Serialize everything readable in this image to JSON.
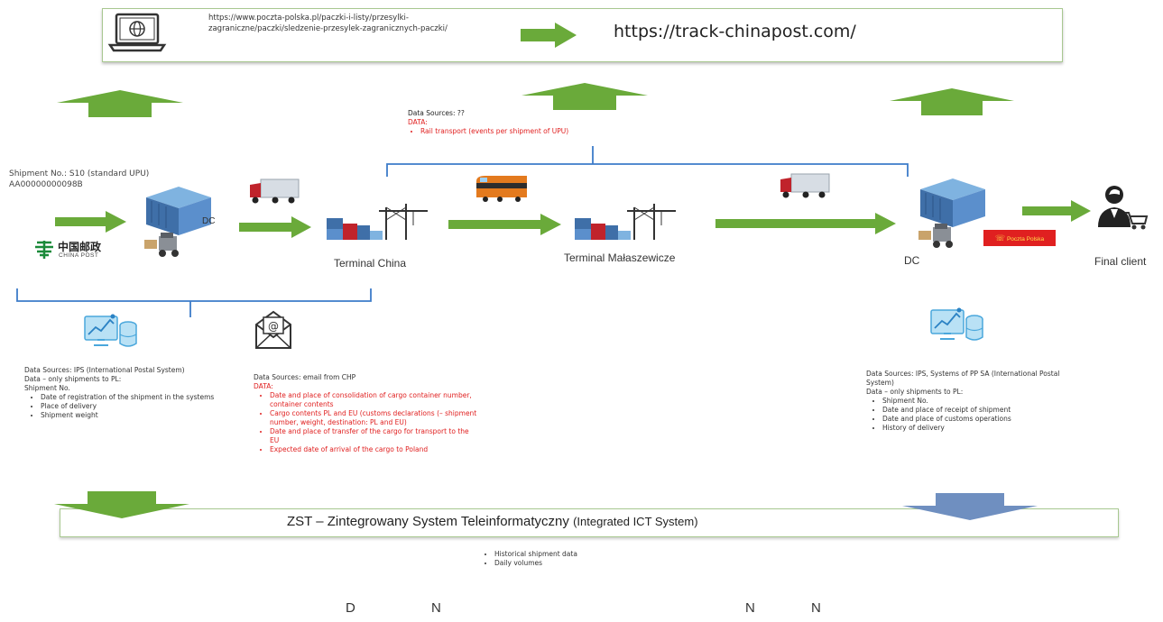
{
  "top_bar": {
    "poczta_url": "https://www.poczta-polska.pl/paczki-i-listy/przesylki-zagraniczne/paczki/sledzenie-przesylek-zagranicznych-paczki/",
    "track_url": "https://track-chinapost.com/",
    "icon": "laptop-globe-icon"
  },
  "shipment": {
    "number_line": "Shipment No.: S10 (standard UPU)",
    "code": "AA00000000098B"
  },
  "nodes": {
    "china_post_cn": "中国邮政",
    "china_post_en": "CHINA POST",
    "dc_left_badge": "DC",
    "terminal_china": "Terminal China",
    "terminal_malaszewicze": "Terminal Małaszewicze",
    "dc_right": "DC",
    "poczta_polska_badge": "Poczta Polska",
    "final_client": "Final client"
  },
  "rail_sources": {
    "title": "Data Sources: ??",
    "data_label": "DATA:",
    "items": [
      "Rail transport (events per shipment of UPU)"
    ]
  },
  "left_sources": {
    "title": "Data Sources: IPS (International Postal System)",
    "line2": "Data – only shipments to PL:",
    "line3": "Shipment No.",
    "items": [
      "Date of registration of the shipment in the systems",
      "Place of delivery",
      "Shipment weight"
    ]
  },
  "email_sources": {
    "title": "Data Sources: email from CHP",
    "data_label": "DATA:",
    "items": [
      "Date and place of consolidation of cargo container number, container contents",
      "Cargo contents PL and EU (customs declarations (– shipment number, weight, destination: PL and EU)",
      "Date and place of transfer of the cargo for transport to the EU",
      "Expected date of arrival of the cargo to Poland"
    ]
  },
  "right_sources": {
    "title": "Data Sources: IPS, Systems of PP SA (International Postal System)",
    "line2": "Data – only shipments to PL:",
    "items": [
      "Shipment No.",
      "Date and place of receipt of shipment",
      "Date and place of customs operations",
      "History of delivery"
    ]
  },
  "zst": {
    "title": "ZST – Zintegrowany System Teleinformatyczny",
    "subtitle": "(Integrated ICT System)",
    "items": [
      "Historical shipment data",
      "Daily volumes"
    ]
  },
  "footer_letters": [
    "D",
    "N",
    "N",
    "N"
  ],
  "colors": {
    "arrow_green": "#6aaa3a",
    "arrow_blue": "#6f8fc0",
    "bracket_blue": "#3d7cc9",
    "data_red": "#e02020",
    "box_border": "#a8c890"
  }
}
